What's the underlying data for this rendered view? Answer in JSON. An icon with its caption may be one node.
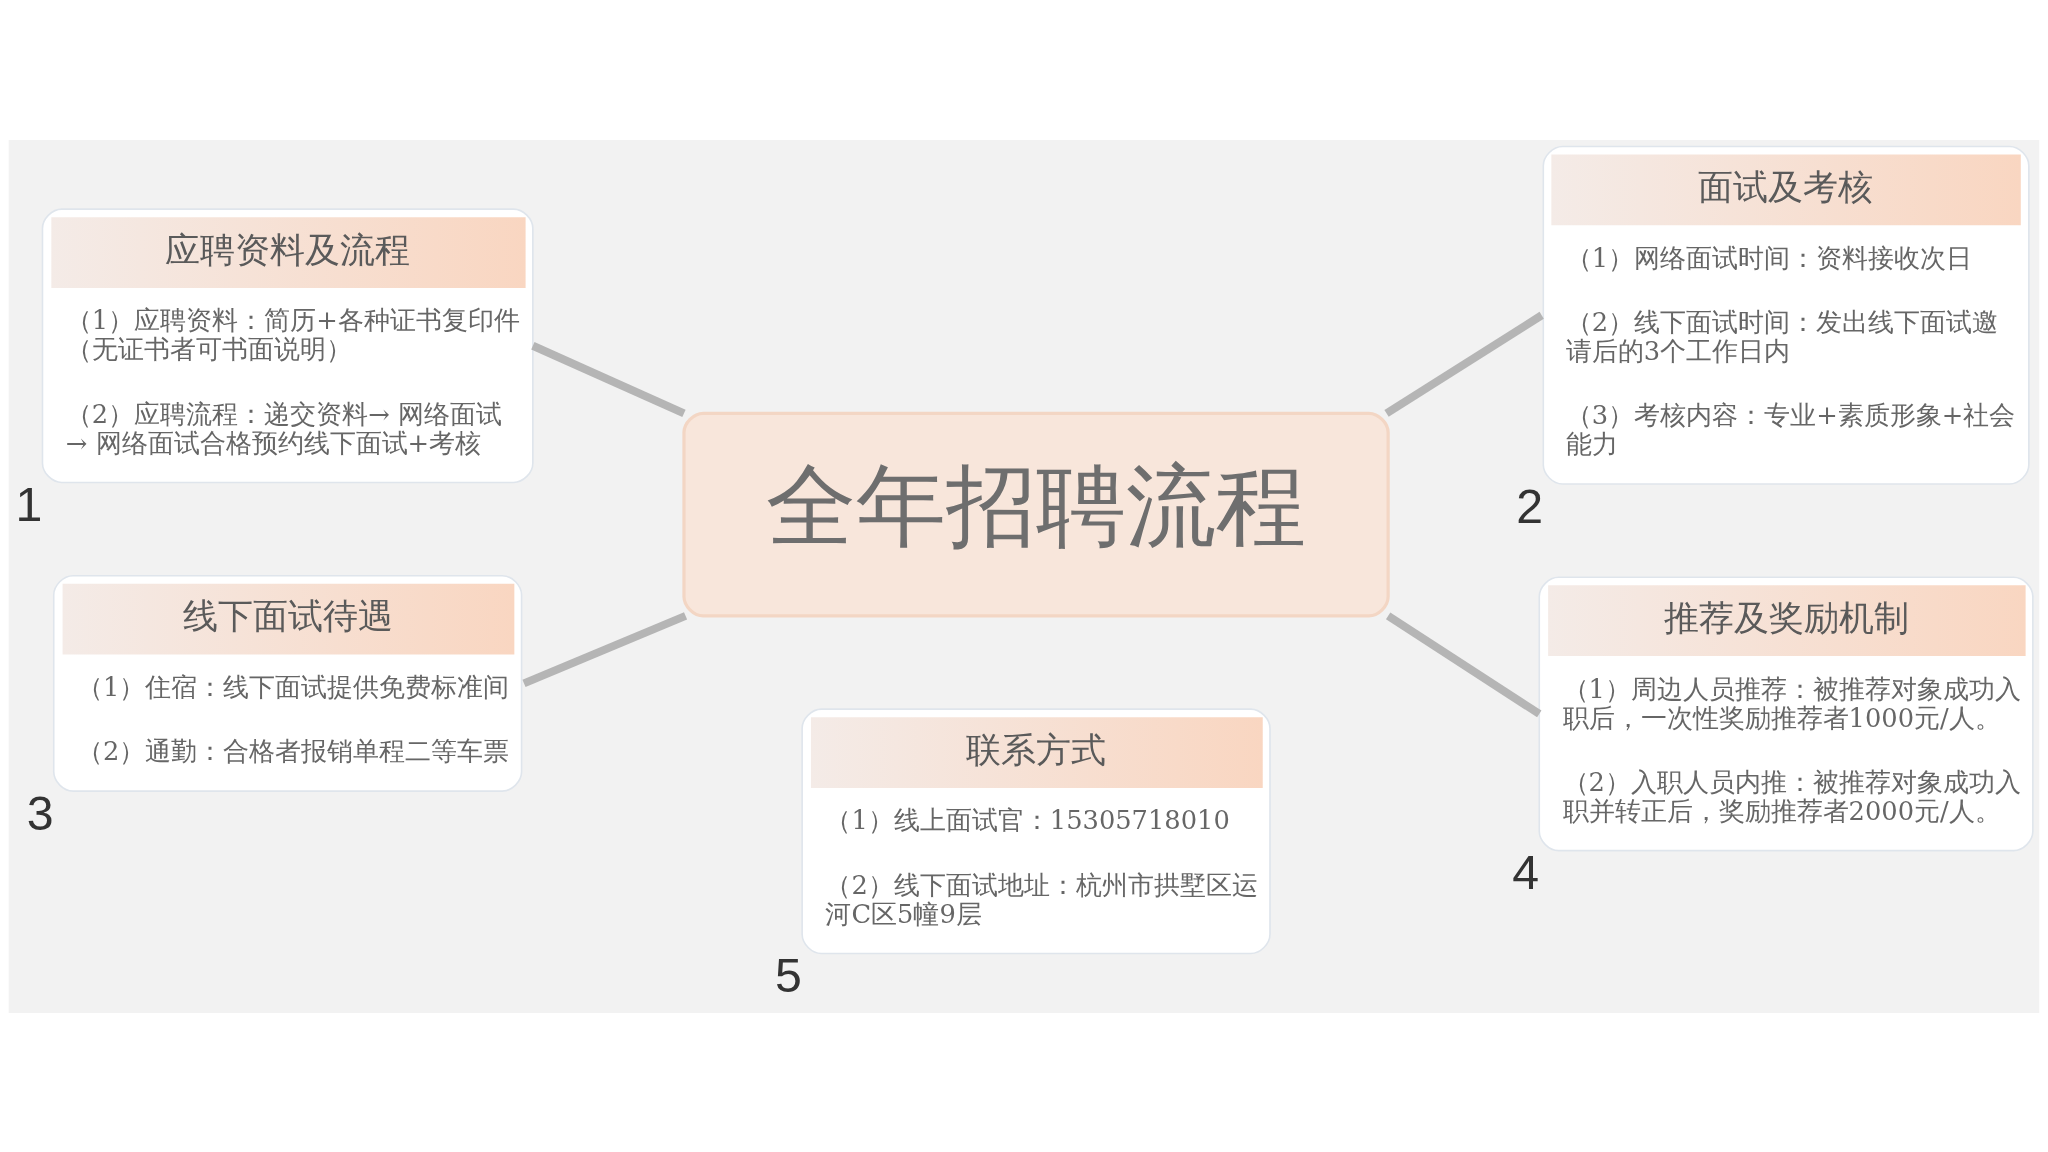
{
  "diagram": {
    "nodes": [
      {
        "text": [
          "全年招聘流程"
        ]
      },
      {
        "text": [
          "应聘资料及流程",
          "（1）应聘资料：简历+各种证书复印件（无证书者可书面说明）",
          "（2）应聘流程：递交资料→ 网络面试→ 网络面试合格预约线下面试+考核"
        ],
        "beside": [
          "1"
        ]
      },
      {
        "text": [
          "面试及考核",
          "（1）网络面试时间：资料接收次日",
          "（2）线下面试时间：发出线下面试邀请后的3个工作日内",
          "（3）考核内容：专业+素质形象+社会能力"
        ],
        "beside": [
          "2"
        ]
      },
      {
        "text": [
          "线下面试待遇",
          "（1）住宿：线下面试提供免费标准间",
          "（2）通勤：合格者报销单程二等车票"
        ],
        "beside": [
          "3"
        ]
      },
      {
        "text": [
          "推荐及奖励机制",
          "（1）周边人员推荐：被推荐对象成功入职后，一次性奖励推荐者1000元/人。",
          "（2）入职人员内推：被推荐对象成功入职并转正后，奖励推荐者2000元/人。"
        ],
        "beside": [
          "4"
        ]
      },
      {
        "text": [
          "联系方式",
          "（1）线上面试官：15305718010",
          "（2）线下面试地址：杭州市拱墅区运河C区5幢9层"
        ],
        "beside": [
          "5"
        ]
      }
    ],
    "edges": [
      {
        "from": 0,
        "to": 1,
        "arrow": "none"
      },
      {
        "from": 0,
        "to": 2,
        "arrow": "none"
      },
      {
        "from": 0,
        "to": 3,
        "arrow": "none"
      },
      {
        "from": 0,
        "to": 4,
        "arrow": "none"
      }
    ]
  }
}
